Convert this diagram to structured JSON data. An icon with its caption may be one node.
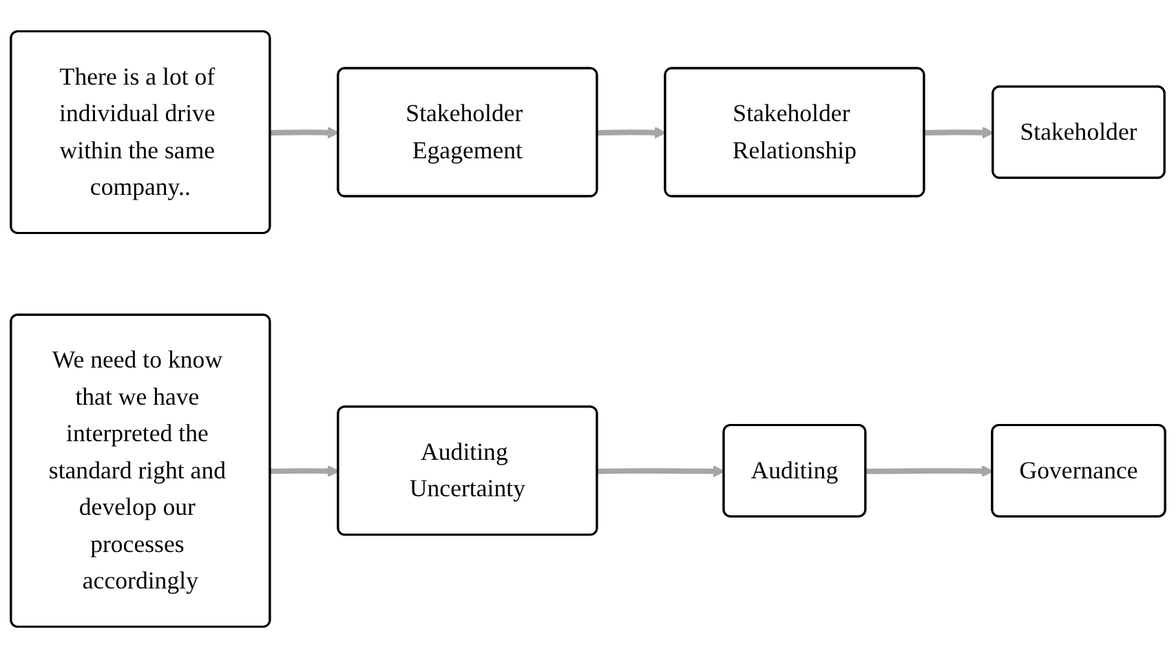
{
  "diagram": {
    "nodes": [
      {
        "text": [
          "There is a lot of individual drive within the same company.."
        ]
      },
      {
        "text": [
          "Stakeholder Egagement"
        ]
      },
      {
        "text": [
          "Stakeholder Relationship"
        ]
      },
      {
        "text": [
          "Stakeholder"
        ]
      },
      {
        "text": [
          "We need to know that we have interpreted the standard right and develop our processes accordingly"
        ]
      },
      {
        "text": [
          "Auditing Uncertainty"
        ]
      },
      {
        "text": [
          "Auditing"
        ]
      },
      {
        "text": [
          "Governance"
        ]
      }
    ],
    "edges": [
      {
        "from": 0,
        "to": 1,
        "arrow": "to"
      },
      {
        "from": 1,
        "to": 2,
        "arrow": "to"
      },
      {
        "from": 2,
        "to": 3,
        "arrow": "to"
      },
      {
        "from": 4,
        "to": 5,
        "arrow": "to"
      },
      {
        "from": 5,
        "to": 6,
        "arrow": "to"
      },
      {
        "from": 6,
        "to": 7,
        "arrow": "to"
      }
    ]
  }
}
